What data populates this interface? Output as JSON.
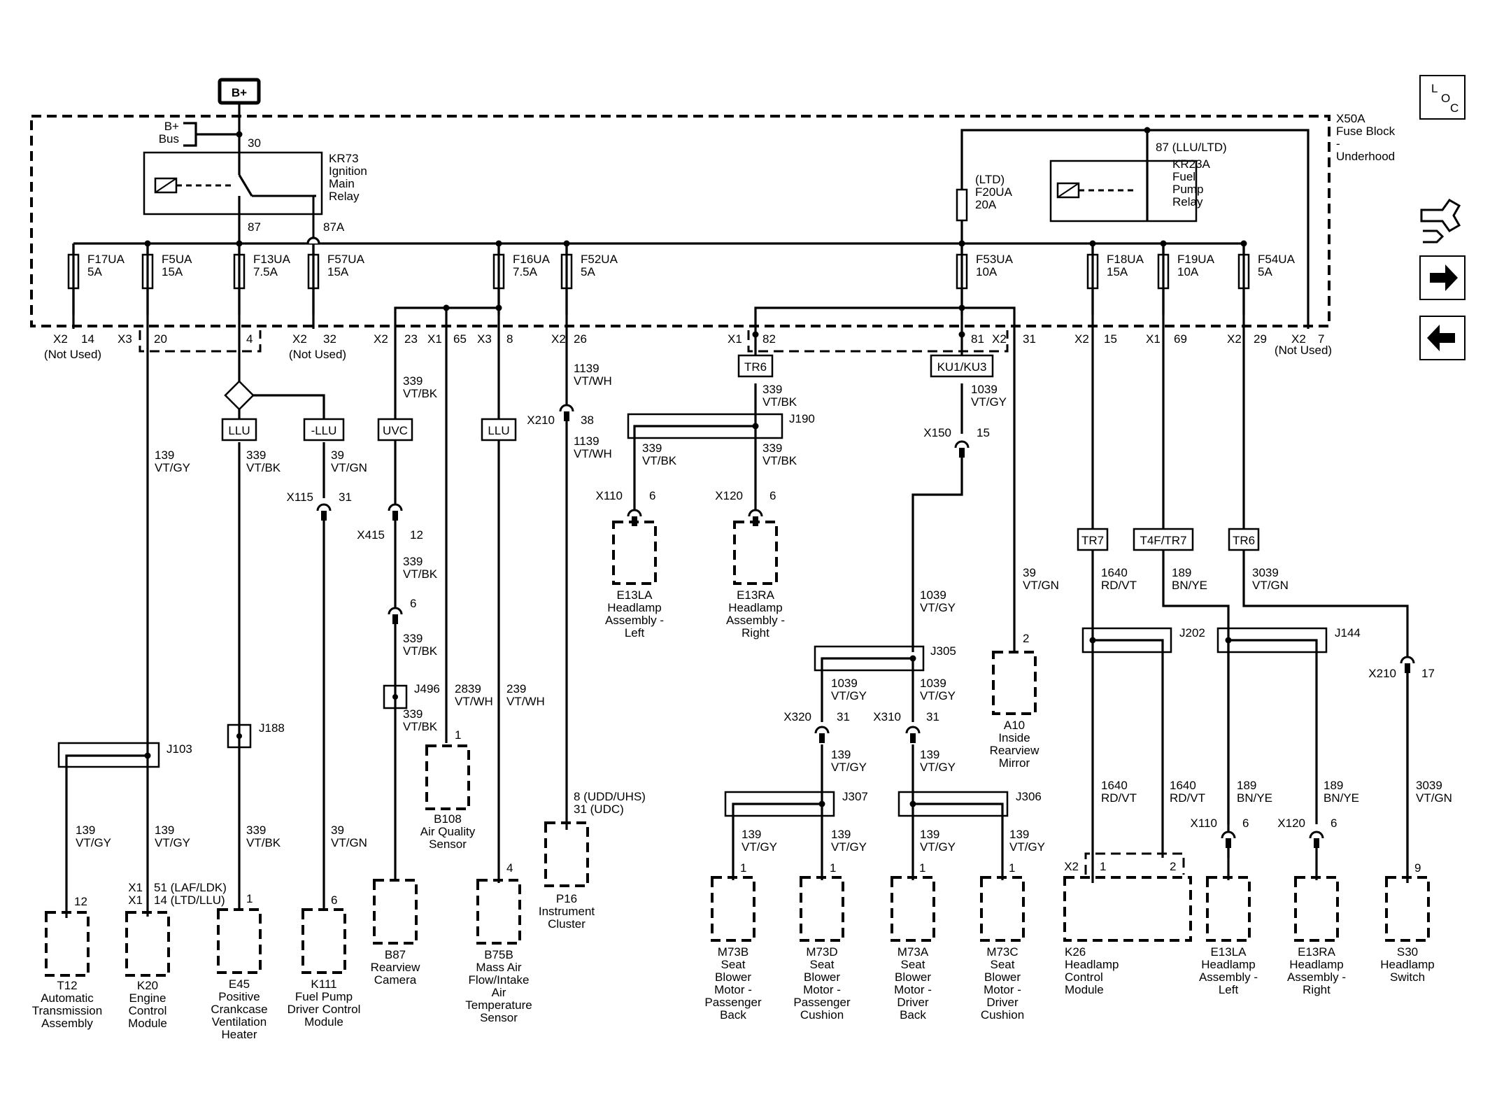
{
  "bplus": "B+",
  "fuse_block": {
    "l1": "X50A",
    "l2": "Fuse Block",
    "l3": "-",
    "l4": "Underhood"
  },
  "bus": {
    "l1": "B+",
    "l2": "Bus"
  },
  "kr73": {
    "l1": "KR73",
    "l2": "Ignition",
    "l3": "Main",
    "l4": "Relay",
    "p30": "30",
    "p87": "87",
    "p87a": "87A"
  },
  "kr23a": {
    "l1": "KR23A",
    "l2": "Fuel",
    "l3": "Pump",
    "l4": "Relay",
    "p87": "87 (LLU/LTD)"
  },
  "f20": {
    "l1": "(LTD)",
    "l2": "F20UA",
    "l3": "20A"
  },
  "fuses": [
    {
      "name": "F17UA",
      "amp": "5A"
    },
    {
      "name": "F5UA",
      "amp": "15A"
    },
    {
      "name": "F13UA",
      "amp": "7.5A"
    },
    {
      "name": "F57UA",
      "amp": "15A"
    },
    {
      "name": "F16UA",
      "amp": "7.5A"
    },
    {
      "name": "F52UA",
      "amp": "5A"
    },
    {
      "name": "F53UA",
      "amp": "10A"
    },
    {
      "name": "F18UA",
      "amp": "15A"
    },
    {
      "name": "F19UA",
      "amp": "10A"
    },
    {
      "name": "F54UA",
      "amp": "5A"
    }
  ],
  "pins": [
    "X2",
    "14",
    "X3",
    "20",
    "4",
    "X2",
    "32",
    "X2",
    "23",
    "X1",
    "65",
    "X3",
    "8",
    "X2",
    "26",
    "X1",
    "82",
    "81",
    "X2",
    "31",
    "X2",
    "15",
    "X1",
    "69",
    "X2",
    "29",
    "X2",
    "7"
  ],
  "not_used": "(Not Used)",
  "options": [
    "LLU",
    "-LLU",
    "UVC",
    "LLU",
    "TR6",
    "KU1/KU3",
    "TR7",
    "T4F/TR7",
    "TR6"
  ],
  "wires": {
    "w139vtgy": "139",
    "vtgy": "VT/GY",
    "w339": "339",
    "vtbk": "VT/BK",
    "w39": "39",
    "vtgn": "VT/GN",
    "w1139": "1139",
    "vtwh": "VT/WH",
    "w1039": "1039",
    "w2839": "2839",
    "w239": "239",
    "w1640": "1640",
    "rdvt": "RD/VT",
    "w189": "189",
    "bnye": "BN/YE",
    "w3039": "3039"
  },
  "connectors": {
    "x115": "X115",
    "x115p": "31",
    "x415": "X415",
    "x415p": "12",
    "p6": "6",
    "x210a": "X210",
    "x210ap": "38",
    "x110a": "X110",
    "x120a": "X120",
    "x150": "X150",
    "x150p": "15",
    "x320": "X320",
    "x310": "X310",
    "p31": "31",
    "x110b": "X110",
    "x120b": "X120",
    "x210b": "X210",
    "x210bp": "17",
    "x2": "X2",
    "x1": "X1"
  },
  "splices": [
    "J103",
    "J188",
    "J496",
    "J190",
    "J305",
    "J307",
    "J306",
    "J202",
    "J144"
  ],
  "pin_labels": {
    "t12": "12",
    "k20a": "51 (LAF/LDK)",
    "k20b": "14 (LTD/LLU)",
    "e45": "1",
    "k111": "6",
    "b108": "1",
    "b75b": "4",
    "p16a": "8 (UDD/UHS)",
    "p16b": "31 (UDC)",
    "a10": "2",
    "m1": "1",
    "k26a": "1",
    "k26b": "2",
    "s30": "9"
  },
  "components": {
    "t12": [
      "T12",
      "Automatic",
      "Transmission",
      "Assembly"
    ],
    "k20": [
      "K20",
      "Engine",
      "Control",
      "Module"
    ],
    "e45": [
      "E45",
      "Positive",
      "Crankcase",
      "Ventilation",
      "Heater"
    ],
    "k111": [
      "K111",
      "Fuel Pump",
      "Driver Control",
      "Module"
    ],
    "b87": [
      "B87",
      "Rearview",
      "Camera"
    ],
    "b108": [
      "B108",
      "Air Quality",
      "Sensor"
    ],
    "b75b": [
      "B75B",
      "Mass Air",
      "Flow/Intake",
      "Air",
      "Temperature",
      "Sensor"
    ],
    "p16": [
      "P16",
      "Instrument",
      "Cluster"
    ],
    "e13la": [
      "E13LA",
      "Headlamp",
      "Assembly -",
      "Left"
    ],
    "e13ra": [
      "E13RA",
      "Headlamp",
      "Assembly -",
      "Right"
    ],
    "a10": [
      "A10",
      "Inside",
      "Rearview",
      "Mirror"
    ],
    "m73b": [
      "M73B",
      "Seat",
      "Blower",
      "Motor -",
      "Passenger",
      "Back"
    ],
    "m73d": [
      "M73D",
      "Seat",
      "Blower",
      "Motor -",
      "Passenger",
      "Cushion"
    ],
    "m73a": [
      "M73A",
      "Seat",
      "Blower",
      "Motor -",
      "Driver",
      "Back"
    ],
    "m73c": [
      "M73C",
      "Seat",
      "Blower",
      "Motor -",
      "Driver",
      "Cushion"
    ],
    "k26": [
      "K26",
      "Headlamp",
      "Control",
      "Module"
    ],
    "e13la2": [
      "E13LA",
      "Headlamp",
      "Assembly -",
      "Left"
    ],
    "e13ra2": [
      "E13RA",
      "Headlamp",
      "Assembly -",
      "Right"
    ],
    "s30": [
      "S30",
      "Headlamp",
      "Switch"
    ]
  },
  "loc": {
    "l": "L",
    "o": "O",
    "c": "C"
  }
}
